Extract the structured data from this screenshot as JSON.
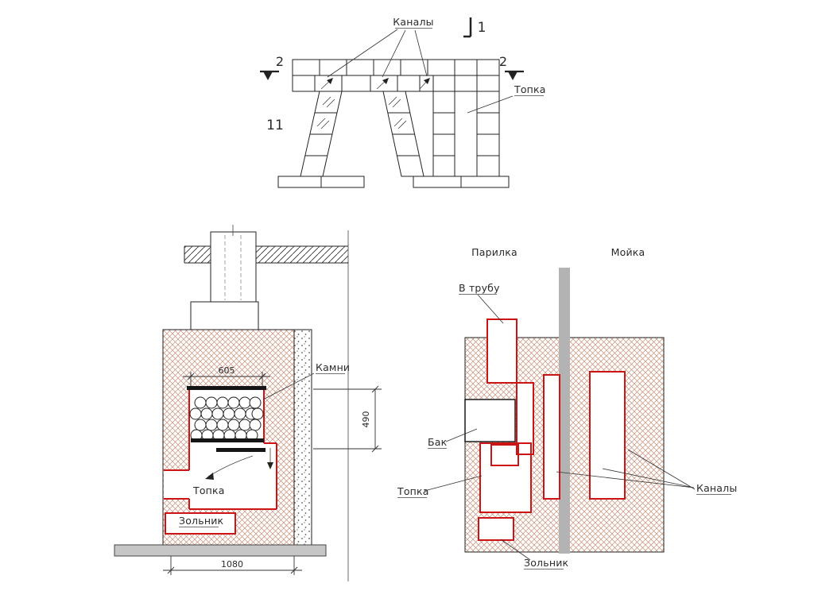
{
  "top_view": {
    "row_label": "11",
    "section_marker_top": "1",
    "section_marker_left": "2",
    "section_marker_right": "2",
    "channels_label": "Каналы",
    "firebox_label": "Топка"
  },
  "section_view": {
    "stones_label": "Камни",
    "firebox_label": "Топка",
    "ash_pit_label": "Зольник",
    "dim_stones_width": "605",
    "dim_stones_height": "490",
    "dim_base_width": "1080"
  },
  "plan_view": {
    "steam_room_label": "Парилка",
    "wash_room_label": "Мойка",
    "to_chimney_label": "В трубу",
    "tank_label": "Бак",
    "firebox_label": "Топка",
    "channels_label": "Каналы",
    "ash_pit_label": "Зольник"
  },
  "colors": {
    "flue_red": "#cc1414",
    "masonry_hatch": "#c78e75",
    "wall_gray": "#b3b3b3",
    "foundation_gray": "#c6c6c6"
  }
}
